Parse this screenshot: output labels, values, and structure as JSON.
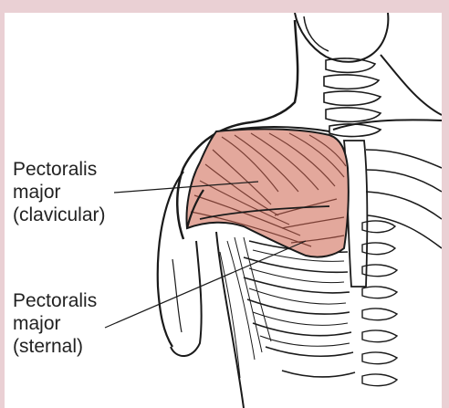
{
  "labels": {
    "clavicular": [
      "Pectoralis",
      "major",
      "(clavicular)"
    ],
    "sternal": [
      "Pectoralis",
      "major",
      "(sternal)"
    ]
  },
  "colors": {
    "border": "#ead0d4",
    "muscle_fill": "#e3a89c",
    "muscle_fiber": "#7a3f35",
    "outline": "#1a1a1a",
    "background": "#ffffff"
  }
}
